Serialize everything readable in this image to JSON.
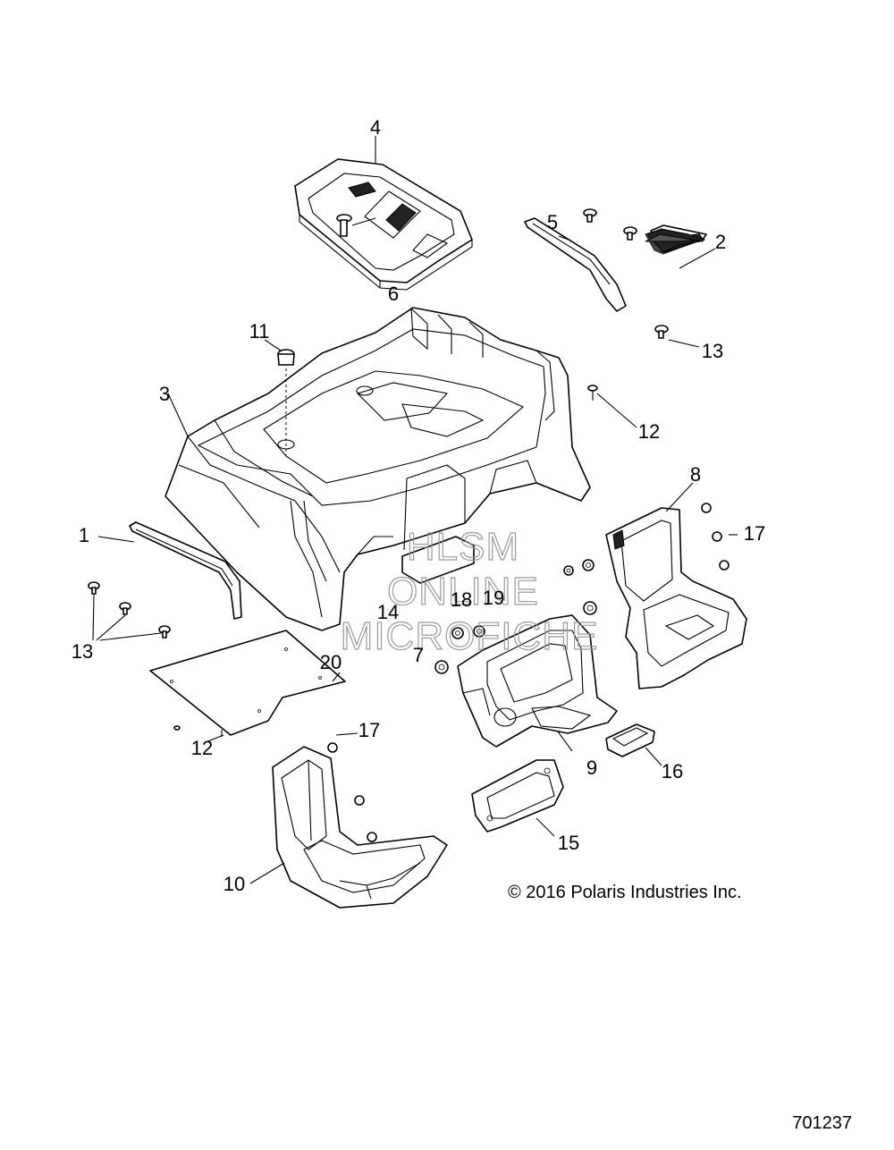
{
  "callouts": {
    "c1": "1",
    "c2": "2",
    "c3": "3",
    "c4": "4",
    "c5": "5",
    "c6": "6",
    "c7": "7",
    "c8": "8",
    "c9": "9",
    "c10": "10",
    "c11": "11",
    "c12a": "12",
    "c12b": "12",
    "c13a": "13",
    "c13b": "13",
    "c14": "14",
    "c15": "15",
    "c16": "16",
    "c17a": "17",
    "c17b": "17",
    "c18": "18",
    "c19": "19",
    "c20": "20"
  },
  "copyright": "© 2016 Polaris Industries Inc.",
  "drawing_number": "701237",
  "watermark": {
    "line1": "HLSM",
    "line2": "ONLINE",
    "line3": "MICROFICHE"
  }
}
